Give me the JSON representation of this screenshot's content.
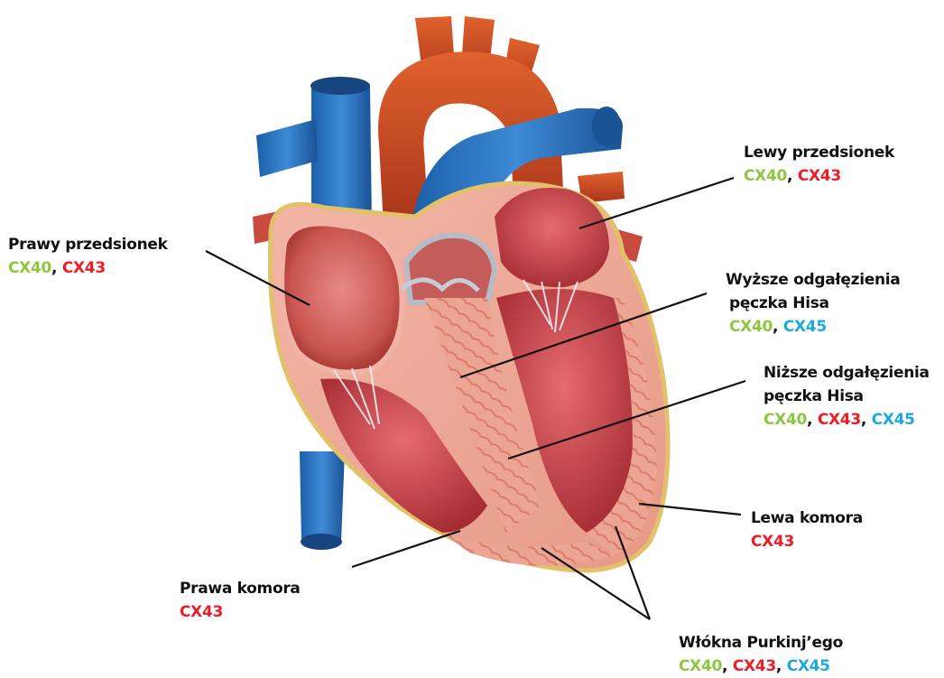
{
  "colors": {
    "cx40": "#8dc63f",
    "cx43": "#ee1c24",
    "cx45": "#1ea8e0",
    "label": "#111111"
  },
  "labels": {
    "lewy_przedsionek": {
      "name": "Lewy przedsionek",
      "cx": [
        "CX40",
        "CX43"
      ]
    },
    "prawy_przedsionek": {
      "name": "Prawy przedsionek",
      "cx": [
        "CX40",
        "CX43"
      ]
    },
    "wyzsze": {
      "line1": "Wyższe odgałęzienia",
      "line2": "pęczka Hisa",
      "cx": [
        "CX40",
        "CX45"
      ]
    },
    "nizsze": {
      "line1": "Niższe odgałęzienia",
      "line2": "pęczka Hisa",
      "cx": [
        "CX40",
        "CX43",
        "CX45"
      ]
    },
    "lewa_komora": {
      "name": "Lewa komora",
      "cx": [
        "CX43"
      ]
    },
    "prawa_komora": {
      "name": "Prawa komora",
      "cx": [
        "CX43"
      ]
    },
    "purkinje": {
      "name": "Włókna Purkinj’ego",
      "cx": [
        "CX40",
        "CX43",
        "CX45"
      ]
    }
  }
}
